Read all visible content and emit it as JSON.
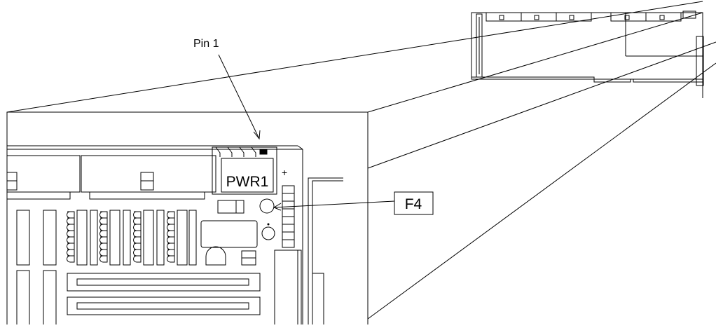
{
  "labels": {
    "pin1": "Pin 1",
    "pwr1": "PWR1",
    "plus": "+",
    "callout_f4": "F4"
  },
  "colors": {
    "line": "#000000",
    "background": "#ffffff"
  }
}
